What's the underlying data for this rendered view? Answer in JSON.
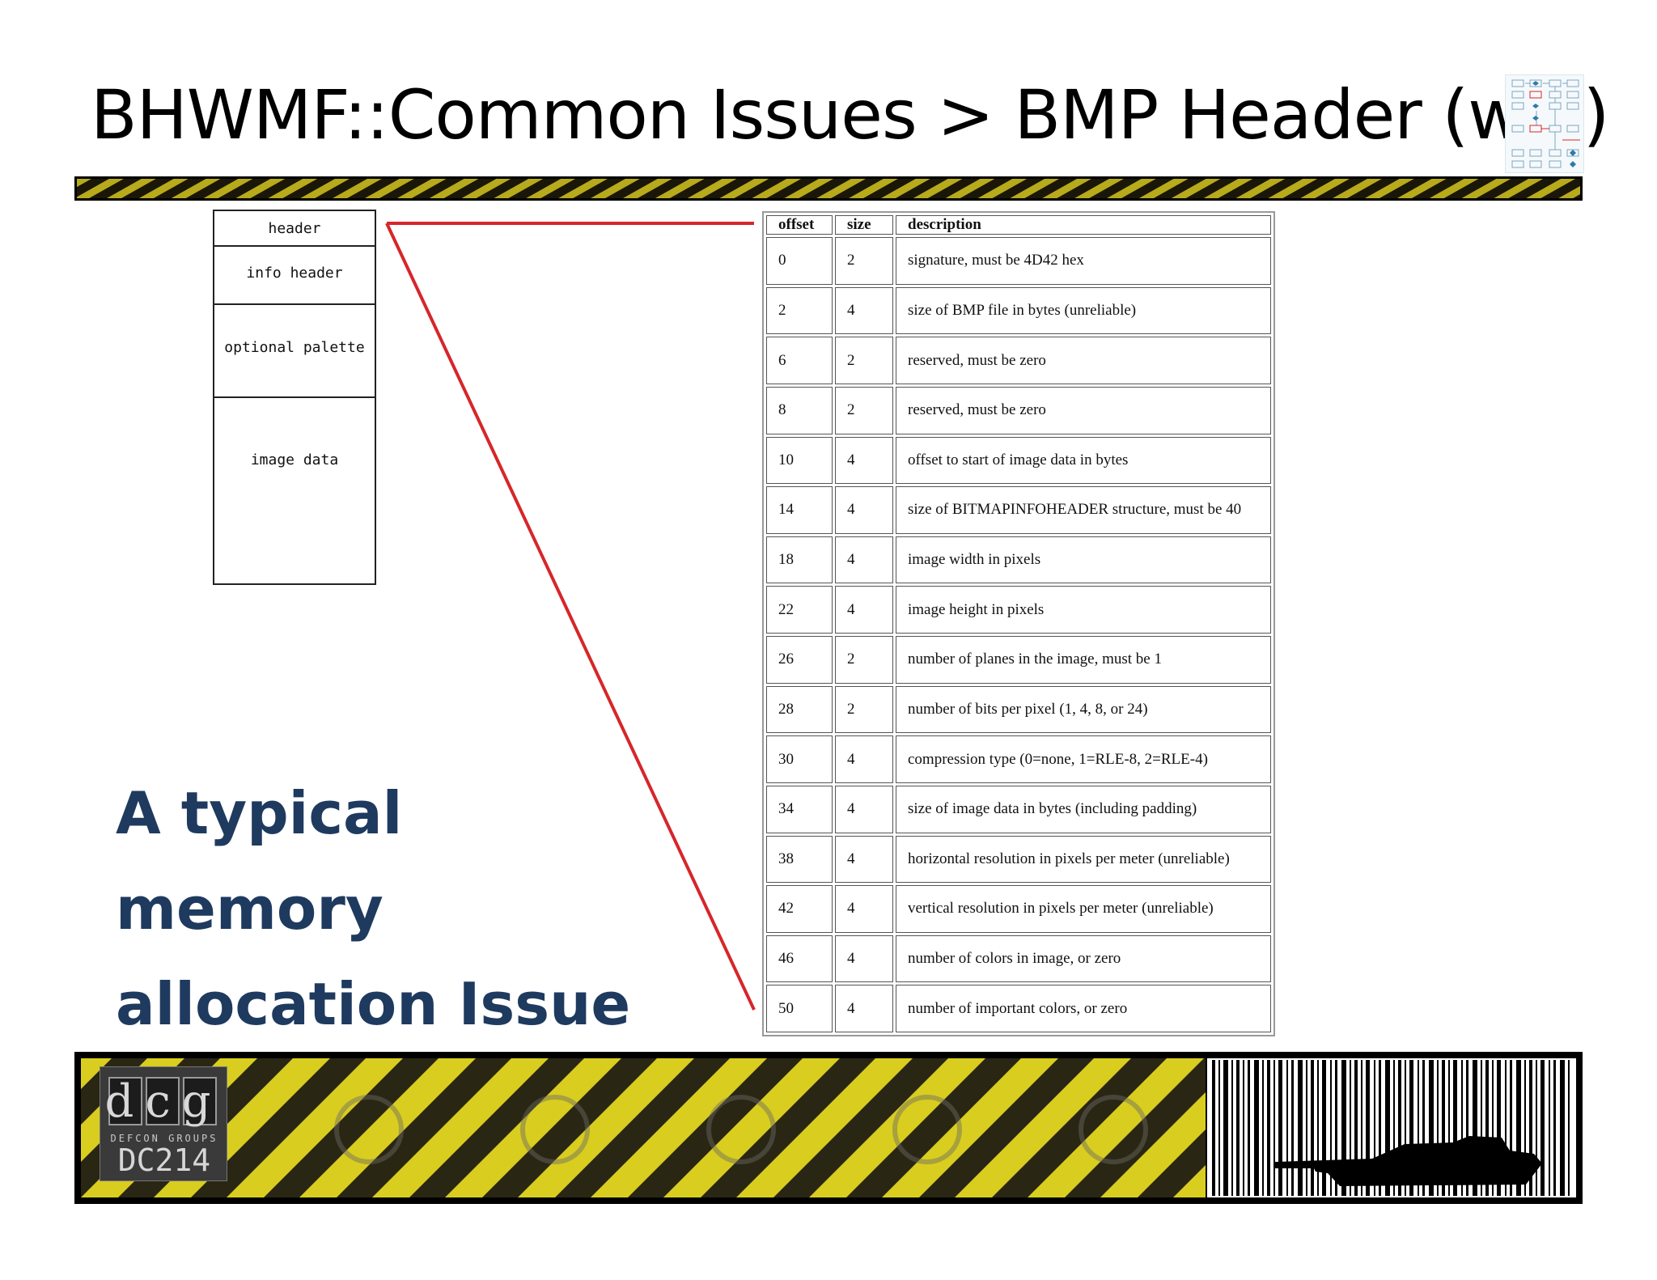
{
  "title": "BHWMF::Common Issues > BMP Header (win)",
  "memory_layout": {
    "blocks": [
      {
        "label": "header"
      },
      {
        "label": "info header"
      },
      {
        "label": "optional palette"
      },
      {
        "label": "image data"
      }
    ]
  },
  "connector_color": "#d6262a",
  "caption": {
    "line1": "A typical memory",
    "line2": "allocation Issue",
    "color": "#1f3a5f"
  },
  "header_table": {
    "columns": [
      "offset",
      "size",
      "description"
    ],
    "rows": [
      {
        "offset": "0",
        "size": "2",
        "description": "signature, must be 4D42 hex"
      },
      {
        "offset": "2",
        "size": "4",
        "description": "size of BMP file in bytes (unreliable)"
      },
      {
        "offset": "6",
        "size": "2",
        "description": "reserved, must be zero"
      },
      {
        "offset": "8",
        "size": "2",
        "description": "reserved, must be zero"
      },
      {
        "offset": "10",
        "size": "4",
        "description": "offset to start of image data in bytes"
      },
      {
        "offset": "14",
        "size": "4",
        "description": "size of BITMAPINFOHEADER structure, must be 40"
      },
      {
        "offset": "18",
        "size": "4",
        "description": "image width in pixels"
      },
      {
        "offset": "22",
        "size": "4",
        "description": "image height in pixels"
      },
      {
        "offset": "26",
        "size": "2",
        "description": "number of planes in the image, must be 1"
      },
      {
        "offset": "28",
        "size": "2",
        "description": "number of bits per pixel (1, 4, 8, or 24)"
      },
      {
        "offset": "30",
        "size": "4",
        "description": "compression type (0=none, 1=RLE-8, 2=RLE-4)"
      },
      {
        "offset": "34",
        "size": "4",
        "description": "size of image data in bytes (including padding)"
      },
      {
        "offset": "38",
        "size": "4",
        "description": "horizontal resolution in pixels per meter (unreliable)"
      },
      {
        "offset": "42",
        "size": "4",
        "description": "vertical resolution in pixels per meter (unreliable)"
      },
      {
        "offset": "46",
        "size": "4",
        "description": "number of colors in image, or zero"
      },
      {
        "offset": "50",
        "size": "4",
        "description": "number of important colors, or zero"
      }
    ]
  },
  "footer": {
    "logo_letters": "dcg",
    "logo_subtitle": "DEFCON GROUPS",
    "logo_number": "DC214",
    "hazard_colors": [
      "#d9cd1f",
      "#2a2614"
    ]
  }
}
